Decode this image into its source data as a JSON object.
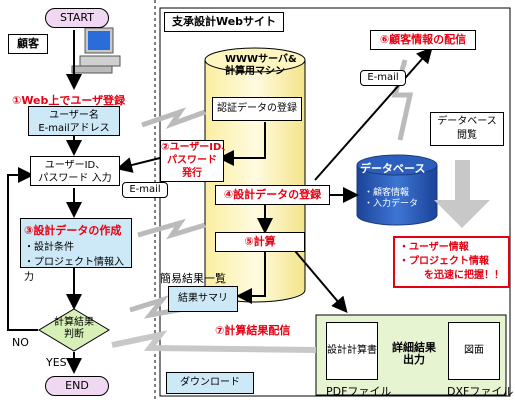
{
  "start": "START",
  "end": "END",
  "customer": "顧客",
  "site_title": "支承設計Webサイト",
  "server": "WWWサーバ&\n計算用マシン",
  "steps": {
    "s1": "①Web上でユーザ登録",
    "s2": "②ユーザーID、\nパスワード\n発行",
    "s3": "③設計データの作成",
    "s4": "④設計データの登録",
    "s5": "⑤計算",
    "s6": "⑥顧客情報の配信",
    "s7": "⑦計算結果配信"
  },
  "user_name_box": "ユーザー名\nE-mailアドレス",
  "userid_box": "ユーザーID、\nパスワード 入力",
  "design_items": [
    "・設計条件",
    "・プロジェクト情報入力"
  ],
  "auth_box": "認証データの登録",
  "email1": "E-mail",
  "email2": "E-mail",
  "database": "データベース",
  "db_items": [
    "・顧客情報",
    "・入力データ"
  ],
  "db_view": "データベース\n閲覧",
  "callout": [
    "・ユーザー情報",
    "・プロジェクト情報",
    "を迅速に把握！！"
  ],
  "simple_results_label": "簡易結果一覧",
  "result_summary": "結果サマリ",
  "decision": "計算結果\n判断",
  "no": "NO",
  "yes": "YES",
  "download": "ダウンロード",
  "detail_output": "詳細結果\n出力",
  "calc_doc": "設計計算書",
  "drawing": "図面",
  "pdf": "PDFファイル",
  "dxf": "DXFファイル",
  "colors": {
    "red": "#e60012",
    "blue_fill": "#cde8f7",
    "cylinder": "#fdf6c0",
    "green": "#e6f4d2",
    "db": "#1f4fa8"
  }
}
